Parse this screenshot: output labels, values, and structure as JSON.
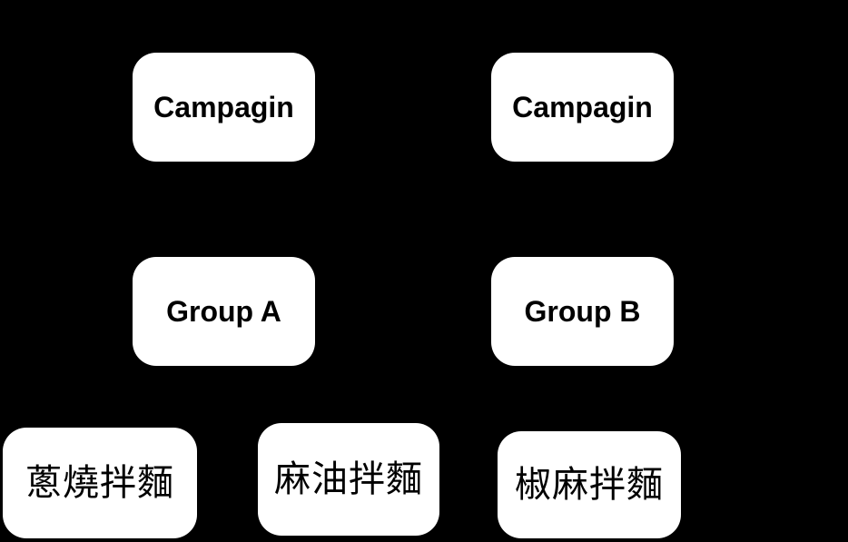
{
  "diagram": {
    "background_color": "#000000",
    "node_fill_color": "#ffffff",
    "node_text_color": "#000000",
    "nodes": [
      {
        "id": "campaign-left",
        "level": "campaign",
        "label": "Campagin"
      },
      {
        "id": "campaign-right",
        "level": "campaign",
        "label": "Campagin"
      },
      {
        "id": "group-a",
        "level": "group",
        "label": "Group A"
      },
      {
        "id": "group-b",
        "level": "group",
        "label": "Group B"
      },
      {
        "id": "scallion-noodles",
        "level": "product",
        "label": "蔥燒拌麵"
      },
      {
        "id": "sesame-oil-noodles",
        "level": "product",
        "label": "麻油拌麵"
      },
      {
        "id": "pepper-sesame-noodles",
        "level": "product",
        "label": "椒麻拌麵"
      }
    ]
  }
}
